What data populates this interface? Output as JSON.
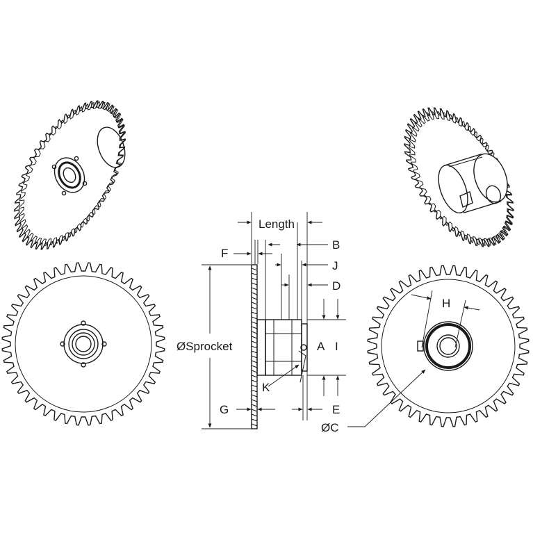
{
  "labels": {
    "length": "Length",
    "b": "B",
    "f": "F",
    "j": "J",
    "d": "D",
    "a": "A",
    "i": "I",
    "sprocket": "ØSprocket",
    "k": "K",
    "g": "G",
    "e": "E",
    "c": "ØC",
    "h": "H"
  },
  "colors": {
    "line": "#1a1a1a",
    "background": "#ffffff"
  }
}
